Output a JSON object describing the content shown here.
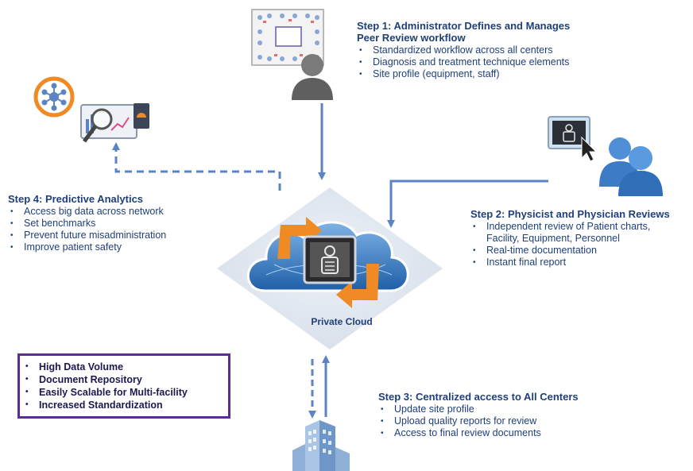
{
  "step1": {
    "title_line1": "Step 1: Administrator Defines and Manages",
    "title_line2": "Peer Review workflow",
    "bullets": [
      "Standardized workflow across all centers",
      "Diagnosis and treatment technique elements",
      "Site profile (equipment, staff)"
    ]
  },
  "step2": {
    "title": "Step 2: Physicist and Physician Reviews",
    "bullets": [
      "Independent review of Patient charts,",
      "Facility, Equipment, Personnel",
      "Real-time documentation",
      "Instant final report"
    ]
  },
  "step3": {
    "title": "Step 3: Centralized access to All Centers",
    "bullets": [
      "Update site profile",
      "Upload quality reports for review",
      "Access to final review documents"
    ]
  },
  "step4": {
    "title": "Step 4: Predictive Analytics",
    "bullets": [
      "Access big data across network",
      "Set benchmarks",
      "Prevent future misadministration",
      "Improve patient safety"
    ]
  },
  "cloud": {
    "label": "Private Cloud"
  },
  "benefits": [
    "High Data Volume",
    "Document Repository",
    "Easily Scalable for Multi-facility",
    "Increased Standardization"
  ],
  "colors": {
    "text": "#1f3f7a",
    "arrow": "#5b84c4",
    "box_border": "#5b2d8e",
    "orange": "#f08a24",
    "cloud": "#3f7fc8"
  },
  "icons": [
    "workflow-admin-icon",
    "analytics-icon",
    "network-hub-icon",
    "monitor-xray-icon",
    "physicians-icon",
    "private-cloud-icon",
    "building-icon"
  ]
}
